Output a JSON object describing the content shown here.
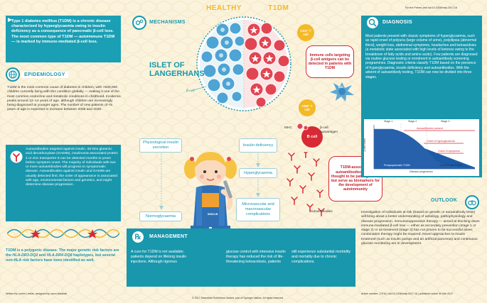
{
  "header": {
    "title_healthy": "HEALTHY",
    "title_t1dm": "T1DM",
    "top_right_citation": "For the Primer, visit doi:10.1038/nrdp.2017.16"
  },
  "intro": {
    "text": "Type 1 diabetes mellitus (T1DM) is a chronic disease characterized by hyperglycaemia owing to insulin deficiency as a consequence of pancreatic β-cell loss. The most common type of T1DM — autoimmune T1DM — is marked by immune-mediated β-cell loss."
  },
  "mechanisms": {
    "title": "MECHANISMS"
  },
  "islet": {
    "label_line1": "ISLET OF",
    "label_line2": "LANGERHANS",
    "beta_cell_label": "β-cell"
  },
  "cells": {
    "cd4": "CD4⁺ T cell",
    "cd8": "CD8⁺ T cell",
    "dc": "DC",
    "b_cell": "B cell",
    "mhc": "MHC",
    "beta_autoantigen": "β-cell autoantigen",
    "autoantibodies": "Autoantibodies"
  },
  "immune_box": {
    "text": "Immune cells targeting β-cell antigens can be detected in patients with T1DM"
  },
  "autoantibody_box": {
    "text": "T1DM-associated autoantibodies are not thought to be pathogenetic, but serve as biomarkers for the development of autoimmunity"
  },
  "flow": {
    "physiological": "Physiological insulin secretion",
    "normoglycaemia": "Normoglycaemia",
    "insulin_deficiency": "Insulin deficiency",
    "hyperglycaemia": "Hyperglycaemia",
    "complications": "Microvascular and macrovascular complications"
  },
  "epidemiology": {
    "title": "EPIDEMIOLOGY",
    "text": "T1DM is the most common cause of diabetes in children, with >500,000 children currently living with this condition globally — making it one of the most common endocrine and metabolic conditions in childhood. Incidence peaks around 12–14 years of age, although children are increasingly being diagnosed at younger ages. The number of new patients of <5 years of age is expected to increase between 2005 and 2020."
  },
  "autoantibodies_section": {
    "text": "Autoantibodies targeted against insulin, 65 kDa glutamic acid decarboxylase (GAD65), insulinoma-associated protein 2 or zinc transporter 8 can be detected months to years before symptom onset. The majority of individuals with two or more autoantibodies will progress to symptomatic disease. Autoantibodies against insulin and GAD65 are usually detected first; the order of appearance is associated with age, environmental factors and genetics, and might determine disease progression."
  },
  "genetics": {
    "text_part1": "T1DM is a polygenic disease. The major genetic risk factors are the ",
    "text_italic": "HLA-DR3-DQ2",
    "text_part2": " and ",
    "text_italic2": "HLA-DR4-DQ8",
    "text_part3": " haplotypes, but several non-HLA risk factors have been identified as well."
  },
  "diagnosis": {
    "title": "DIAGNOSIS",
    "text": "Most patients present with classic symptoms of hyperglycaemia, such as rapid onset of polyuria (large volume of urine), polydipsia (abnormal thirst), weight loss, abdominal symptoms, headaches and ketoacidosis (a metabolic state associated with high levels of ketones owing to the breakdown of fatty acids and amino acids). Few patients are diagnosed via routine glucose testing or enrolment in autoantibody screening programmes. Diagnostic criteria classify T1DM based on the presence of hyperglycaemia, insulin deficiency and autoantibodies. With the advent of autoantibody testing, T1DM can now be divided into three stages."
  },
  "stages_chart": {
    "stage1": "Stage 1",
    "stage2": "Stage 2",
    "stage3": "Stage 3",
    "autoantibodies_present": "Autoantibodies present",
    "onset_hyper": "Onset of hyperglycaemia",
    "onset_symptoms": "Onset of symptoms",
    "presymptomatic": "Presymptomatic T1DM",
    "symptomatic": "Symptomatic T1DM",
    "xlabel": "Disease progression",
    "ylabel": "β-cell mass"
  },
  "outlook": {
    "title": "OUTLOOK",
    "text": "Investigation of individuals at risk (based on genetic or autoantibody tests) will bring about a better understanding of aetiology, pathophysiology and disease progression. Immunosuppressive therapy — aimed at blocking down immune-mediated β-cell loss — either as secondary prevention (stage 1 or stage 2) or as treatment (stage 3) has not proven to be successful alone; combination therapy might be required. Novel approaches to insulin treatment (such as insulin pumps and an artificial pancreas) and continuous glucose monitoring are in development."
  },
  "management": {
    "title": "MANAGEMENT",
    "col1": "A cure for T1DM is not available; patients depend on lifelong insulin injections. Although rigorous",
    "col2": "glucose control with intensive insulin therapy has reduced the risk of life-threatening ketoacidosis, patients",
    "col3": "still experience substantial morbidity and mortality due to chronic complications."
  },
  "insulin_pen_label": "INSULIN",
  "footer": {
    "left": "Written by Lorelei Lintner; designed by Laura Marshall",
    "center": "© 2017 Macmillan Publishers Limited, part of Springer Nature. All rights reserved.",
    "right": "Article number: 17016 | doi:10.1038/nrdp.2017.16 | published online 30 Mar 2017"
  },
  "colors": {
    "teal": "#1897ad",
    "red": "#d72a35",
    "yellow": "#f3b927",
    "cream": "#fbf3dc"
  }
}
